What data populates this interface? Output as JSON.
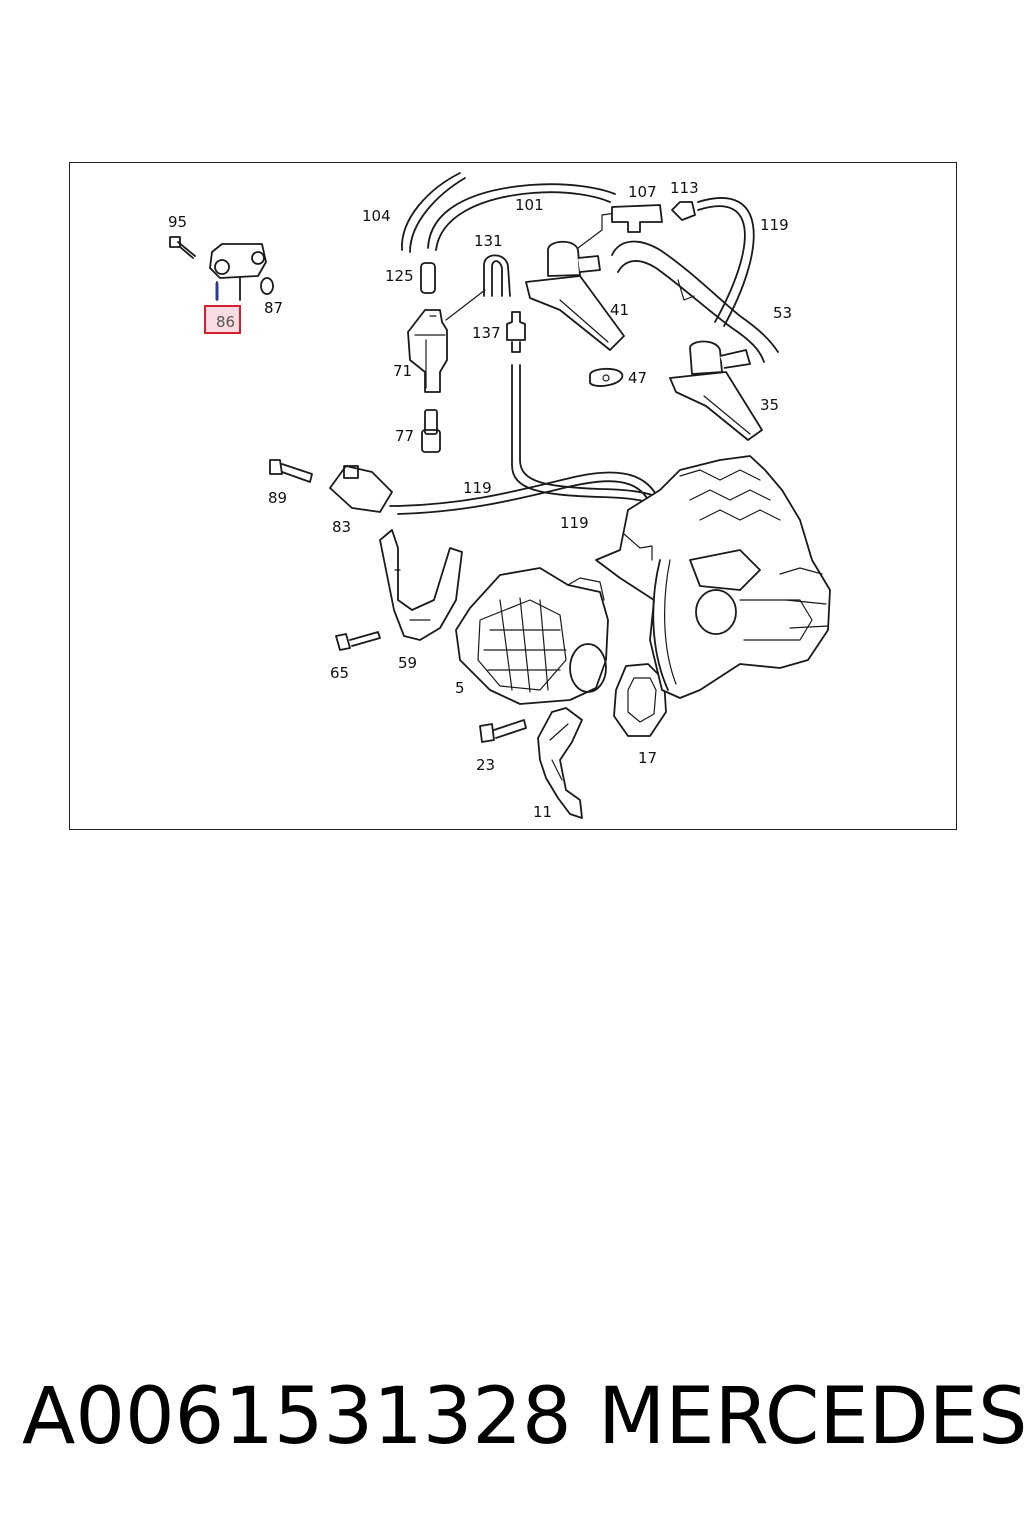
{
  "diagram": {
    "highlighted_part": "86",
    "callouts": [
      "95",
      "86",
      "87",
      "104",
      "101",
      "107",
      "113",
      "119",
      "125",
      "131",
      "41",
      "53",
      "137",
      "71",
      "47",
      "35",
      "77",
      "89",
      "83",
      "119",
      "119",
      "65",
      "59",
      "5",
      "23",
      "17",
      "11"
    ]
  },
  "footer": {
    "part_number": "A0061531328",
    "brand": "MERCEDES"
  },
  "colors": {
    "highlight_fill": "#f9dce2",
    "highlight_border": "#d21f2d",
    "line": "#1a1a1a"
  }
}
